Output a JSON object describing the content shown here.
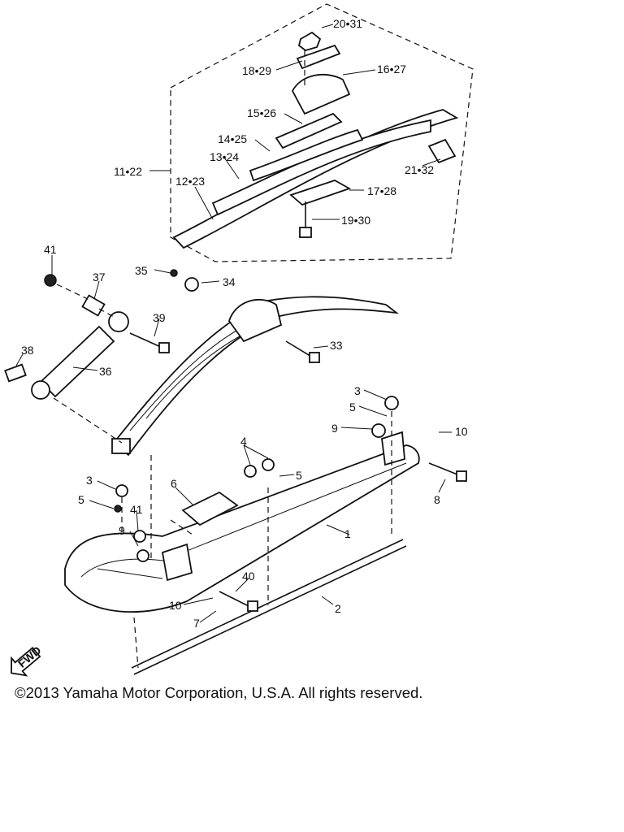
{
  "callouts": [
    {
      "id": "c20",
      "text": "20•31"
    },
    {
      "id": "c18",
      "text": "18•29"
    },
    {
      "id": "c16",
      "text": "16•27"
    },
    {
      "id": "c15",
      "text": "15•26"
    },
    {
      "id": "c14",
      "text": "14•25"
    },
    {
      "id": "c13",
      "text": "13•24"
    },
    {
      "id": "c11",
      "text": "11•22"
    },
    {
      "id": "c12",
      "text": "12•23"
    },
    {
      "id": "c21",
      "text": "21•32"
    },
    {
      "id": "c17",
      "text": "17•28"
    },
    {
      "id": "c19",
      "text": "19•30"
    },
    {
      "id": "c41a",
      "text": "41"
    },
    {
      "id": "c35",
      "text": "35"
    },
    {
      "id": "c34",
      "text": "34"
    },
    {
      "id": "c37",
      "text": "37"
    },
    {
      "id": "c39",
      "text": "39"
    },
    {
      "id": "c33",
      "text": "33"
    },
    {
      "id": "c38",
      "text": "38"
    },
    {
      "id": "c36",
      "text": "36"
    },
    {
      "id": "c3a",
      "text": "3"
    },
    {
      "id": "c5a",
      "text": "5"
    },
    {
      "id": "c9a",
      "text": "9"
    },
    {
      "id": "c10a",
      "text": "10"
    },
    {
      "id": "c4",
      "text": "4"
    },
    {
      "id": "c5b",
      "text": "5"
    },
    {
      "id": "c8",
      "text": "8"
    },
    {
      "id": "c3b",
      "text": "3"
    },
    {
      "id": "c6",
      "text": "6"
    },
    {
      "id": "c5c",
      "text": "5"
    },
    {
      "id": "c41b",
      "text": "41"
    },
    {
      "id": "c1",
      "text": "1"
    },
    {
      "id": "c9b",
      "text": "9"
    },
    {
      "id": "c40",
      "text": "40"
    },
    {
      "id": "c10b",
      "text": "10"
    },
    {
      "id": "c7",
      "text": "7"
    },
    {
      "id": "c2",
      "text": "2"
    }
  ],
  "fwd_label": "FWD",
  "copyright": "©2013 Yamaha Motor Corporation, U.S.A. All rights reserved."
}
